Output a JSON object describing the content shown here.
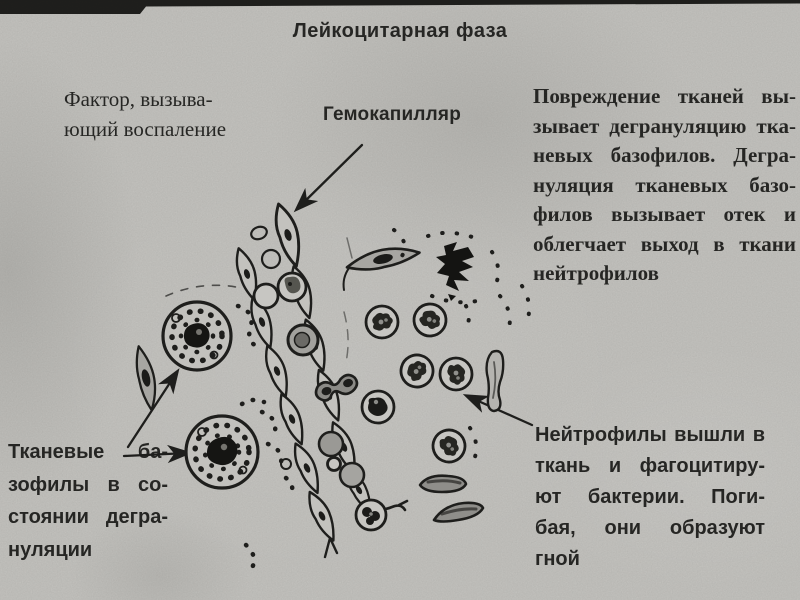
{
  "figure": {
    "title": "Лейкоцитарная фаза"
  },
  "labels": {
    "factor": {
      "lines": [
        "Фактор, вызыва-",
        "ющий воспаление"
      ]
    },
    "hemocapillary": {
      "text": "Гемокапилляр"
    },
    "tissue_basophils": {
      "lines": [
        "Тканевые ба-",
        "зофилы в со-",
        "стоянии дегра-",
        "нуляции"
      ]
    }
  },
  "paragraphs": {
    "damage": {
      "lines": [
        "Повреждение тканей вы-",
        "зывает дегрануляцию тка-",
        "невых базофилов. Дегра-",
        "нуляция тканевых базо-",
        "филов вызывает отек и",
        "облегчает выход в ткани",
        "нейтрофилов"
      ]
    },
    "neutrophils": {
      "lines": [
        "Нейтрофилы вышли в",
        "ткань и фагоцитиру-",
        "ют бактерии. Поги-",
        "бая, они образуют",
        "гной"
      ]
    }
  },
  "colors": {
    "ink": "#1e1e1c",
    "paper": "#c9c8c4"
  }
}
